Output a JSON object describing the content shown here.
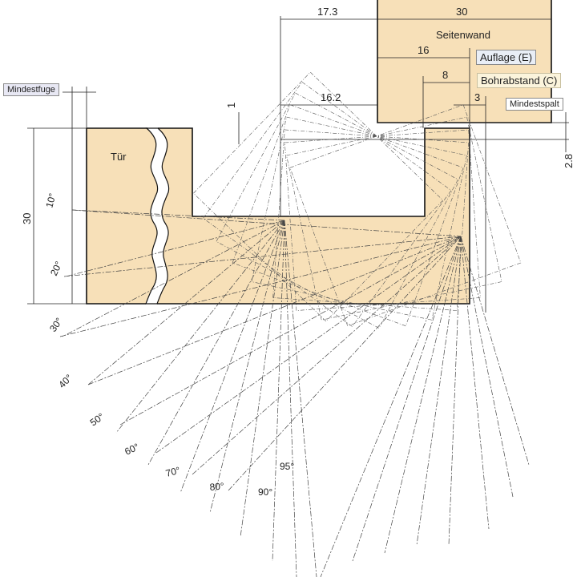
{
  "labels": {
    "tuer": "Tür",
    "seitenwand": "Seitenwand",
    "auflage": "Auflage (E)",
    "bohrabstand": "Bohrabstand (C)",
    "mindestspalt": "Mindestspalt",
    "mindestfuge": "Mindestfuge"
  },
  "dimensions": {
    "d17_3": "17.3",
    "d30_top": "30",
    "d16": "16",
    "d8": "8",
    "d3": "3",
    "d16_2": "16.2",
    "d1": "1",
    "d2_8": "2.8",
    "d30_left": "30"
  },
  "angles": [
    "10°",
    "20°",
    "30°",
    "40°",
    "50°",
    "60°",
    "70°",
    "80°",
    "90°",
    "95°"
  ],
  "colors": {
    "wood": "#f7e0b8",
    "line": "#111111",
    "auflage_box": "#e9eef6",
    "bohrabstand_box": "#fbf4dc",
    "mindestfuge_box": "#e8e8f4"
  }
}
